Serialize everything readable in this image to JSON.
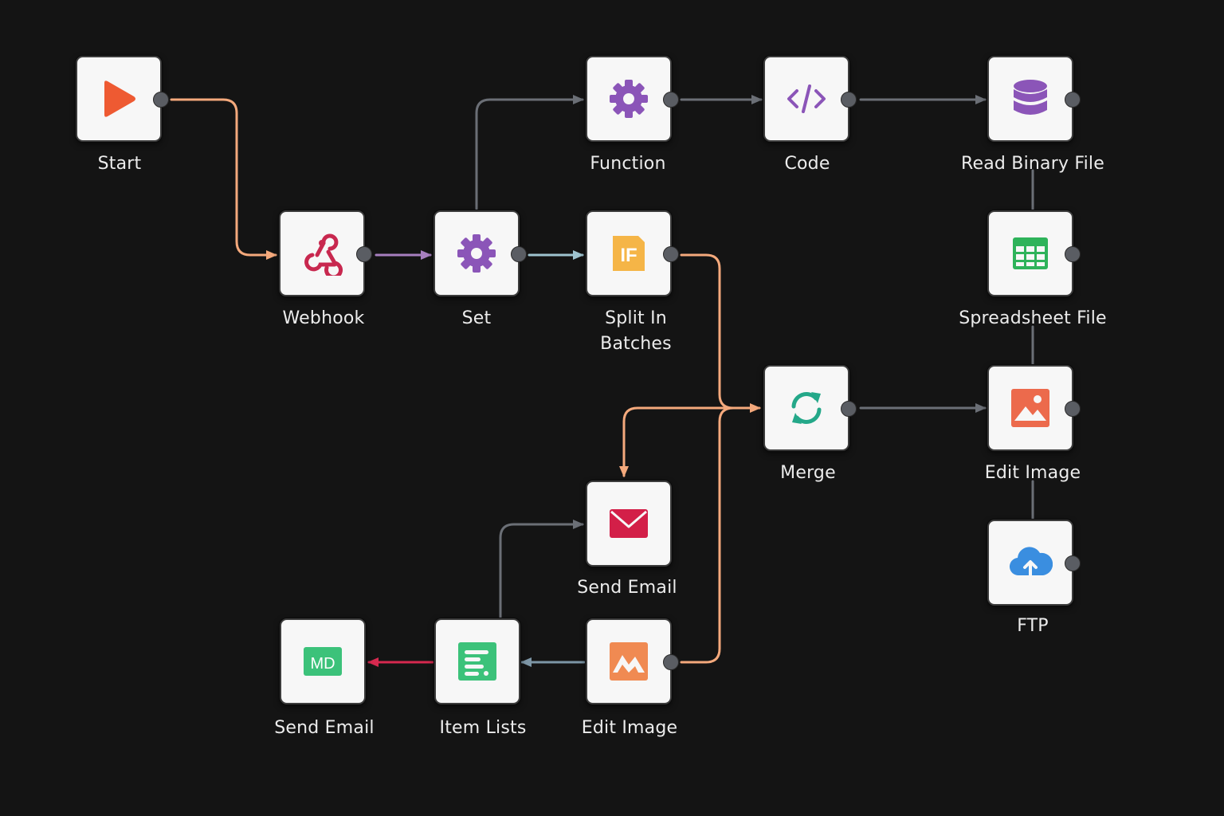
{
  "nodes": {
    "start": {
      "label": "Start",
      "icon": "play-icon"
    },
    "webhook": {
      "label": "Webhook",
      "icon": "webhook-icon"
    },
    "set": {
      "label": "Set",
      "icon": "gear-icon"
    },
    "function": {
      "label": "Function",
      "icon": "gear-icon"
    },
    "code": {
      "label": "Code",
      "icon": "code-icon"
    },
    "read_binary_file": {
      "label": "Read Binary File",
      "icon": "database-icon"
    },
    "split_in_batches": {
      "label_line1": "Split In",
      "label_line2": "Batches",
      "icon": "if-icon"
    },
    "spreadsheet_file": {
      "label": "Spreadsheet File",
      "icon": "spreadsheet-icon"
    },
    "merge": {
      "label": "Merge",
      "icon": "refresh-icon"
    },
    "edit_image_right": {
      "label": "Edit Image",
      "icon": "image-icon"
    },
    "ftp": {
      "label": "FTP",
      "icon": "cloud-upload-icon"
    },
    "send_email_top": {
      "label": "Send Email",
      "icon": "envelope-icon"
    },
    "send_email_bottom": {
      "label": "Send Email",
      "icon": "markdown-icon",
      "icon_text": "MD"
    },
    "item_lists": {
      "label": "Item Lists",
      "icon": "list-icon"
    },
    "edit_image_bottom": {
      "label": "Edit Image",
      "icon": "image-icon"
    }
  },
  "edges": [
    {
      "from": "Start",
      "to": "Webhook",
      "color": "#f4a97c"
    },
    {
      "from": "Webhook",
      "to": "Set",
      "color": "#a77fbf"
    },
    {
      "from": "Set",
      "to": "Function",
      "color": "#6b6f76"
    },
    {
      "from": "Set",
      "to": "Split In Batches",
      "color": "#9fc3cf"
    },
    {
      "from": "Function",
      "to": "Code",
      "color": "#6b6f76"
    },
    {
      "from": "Code",
      "to": "Read Binary File",
      "color": "#6b6f76"
    },
    {
      "from": "Read Binary File",
      "to": "Spreadsheet File",
      "color": "#6b6f76"
    },
    {
      "from": "Spreadsheet File",
      "to": "Edit Image",
      "color": "#6b6f76"
    },
    {
      "from": "Edit Image",
      "to": "FTP",
      "color": "#6b6f76"
    },
    {
      "from": "Split In Batches",
      "to": "Merge",
      "color": "#f4a97c"
    },
    {
      "from": "Edit Image",
      "to": "Merge",
      "color": "#f4a97c"
    },
    {
      "from": "Merge",
      "to": "Send Email",
      "color": "#f4a97c"
    },
    {
      "from": "Merge",
      "to": "Edit Image",
      "color": "#6b6f76"
    },
    {
      "from": "Item Lists",
      "to": "Send Email",
      "color": "#6b6f76"
    },
    {
      "from": "Edit Image",
      "to": "Item Lists",
      "color": "#7d96a6"
    },
    {
      "from": "Item Lists",
      "to": "Send Email",
      "color": "#d6294f"
    }
  ],
  "colors": {
    "background": "#141414",
    "node_fill": "#f7f7f7",
    "edge_orange": "#f4a97c",
    "edge_gray": "#6b6f76",
    "edge_purple": "#a77fbf",
    "edge_red": "#d6294f",
    "play_orange": "#ee5a32",
    "gear_purple": "#8b55b8",
    "webhook_red": "#c8284f",
    "if_yellow": "#f5b547",
    "spreadsheet_green": "#2eb35a",
    "merge_teal": "#24a889",
    "image_orange": "#ec6a4c",
    "cloud_blue": "#3a8ee0",
    "email_red": "#d31f48",
    "list_green": "#3cc27a"
  }
}
